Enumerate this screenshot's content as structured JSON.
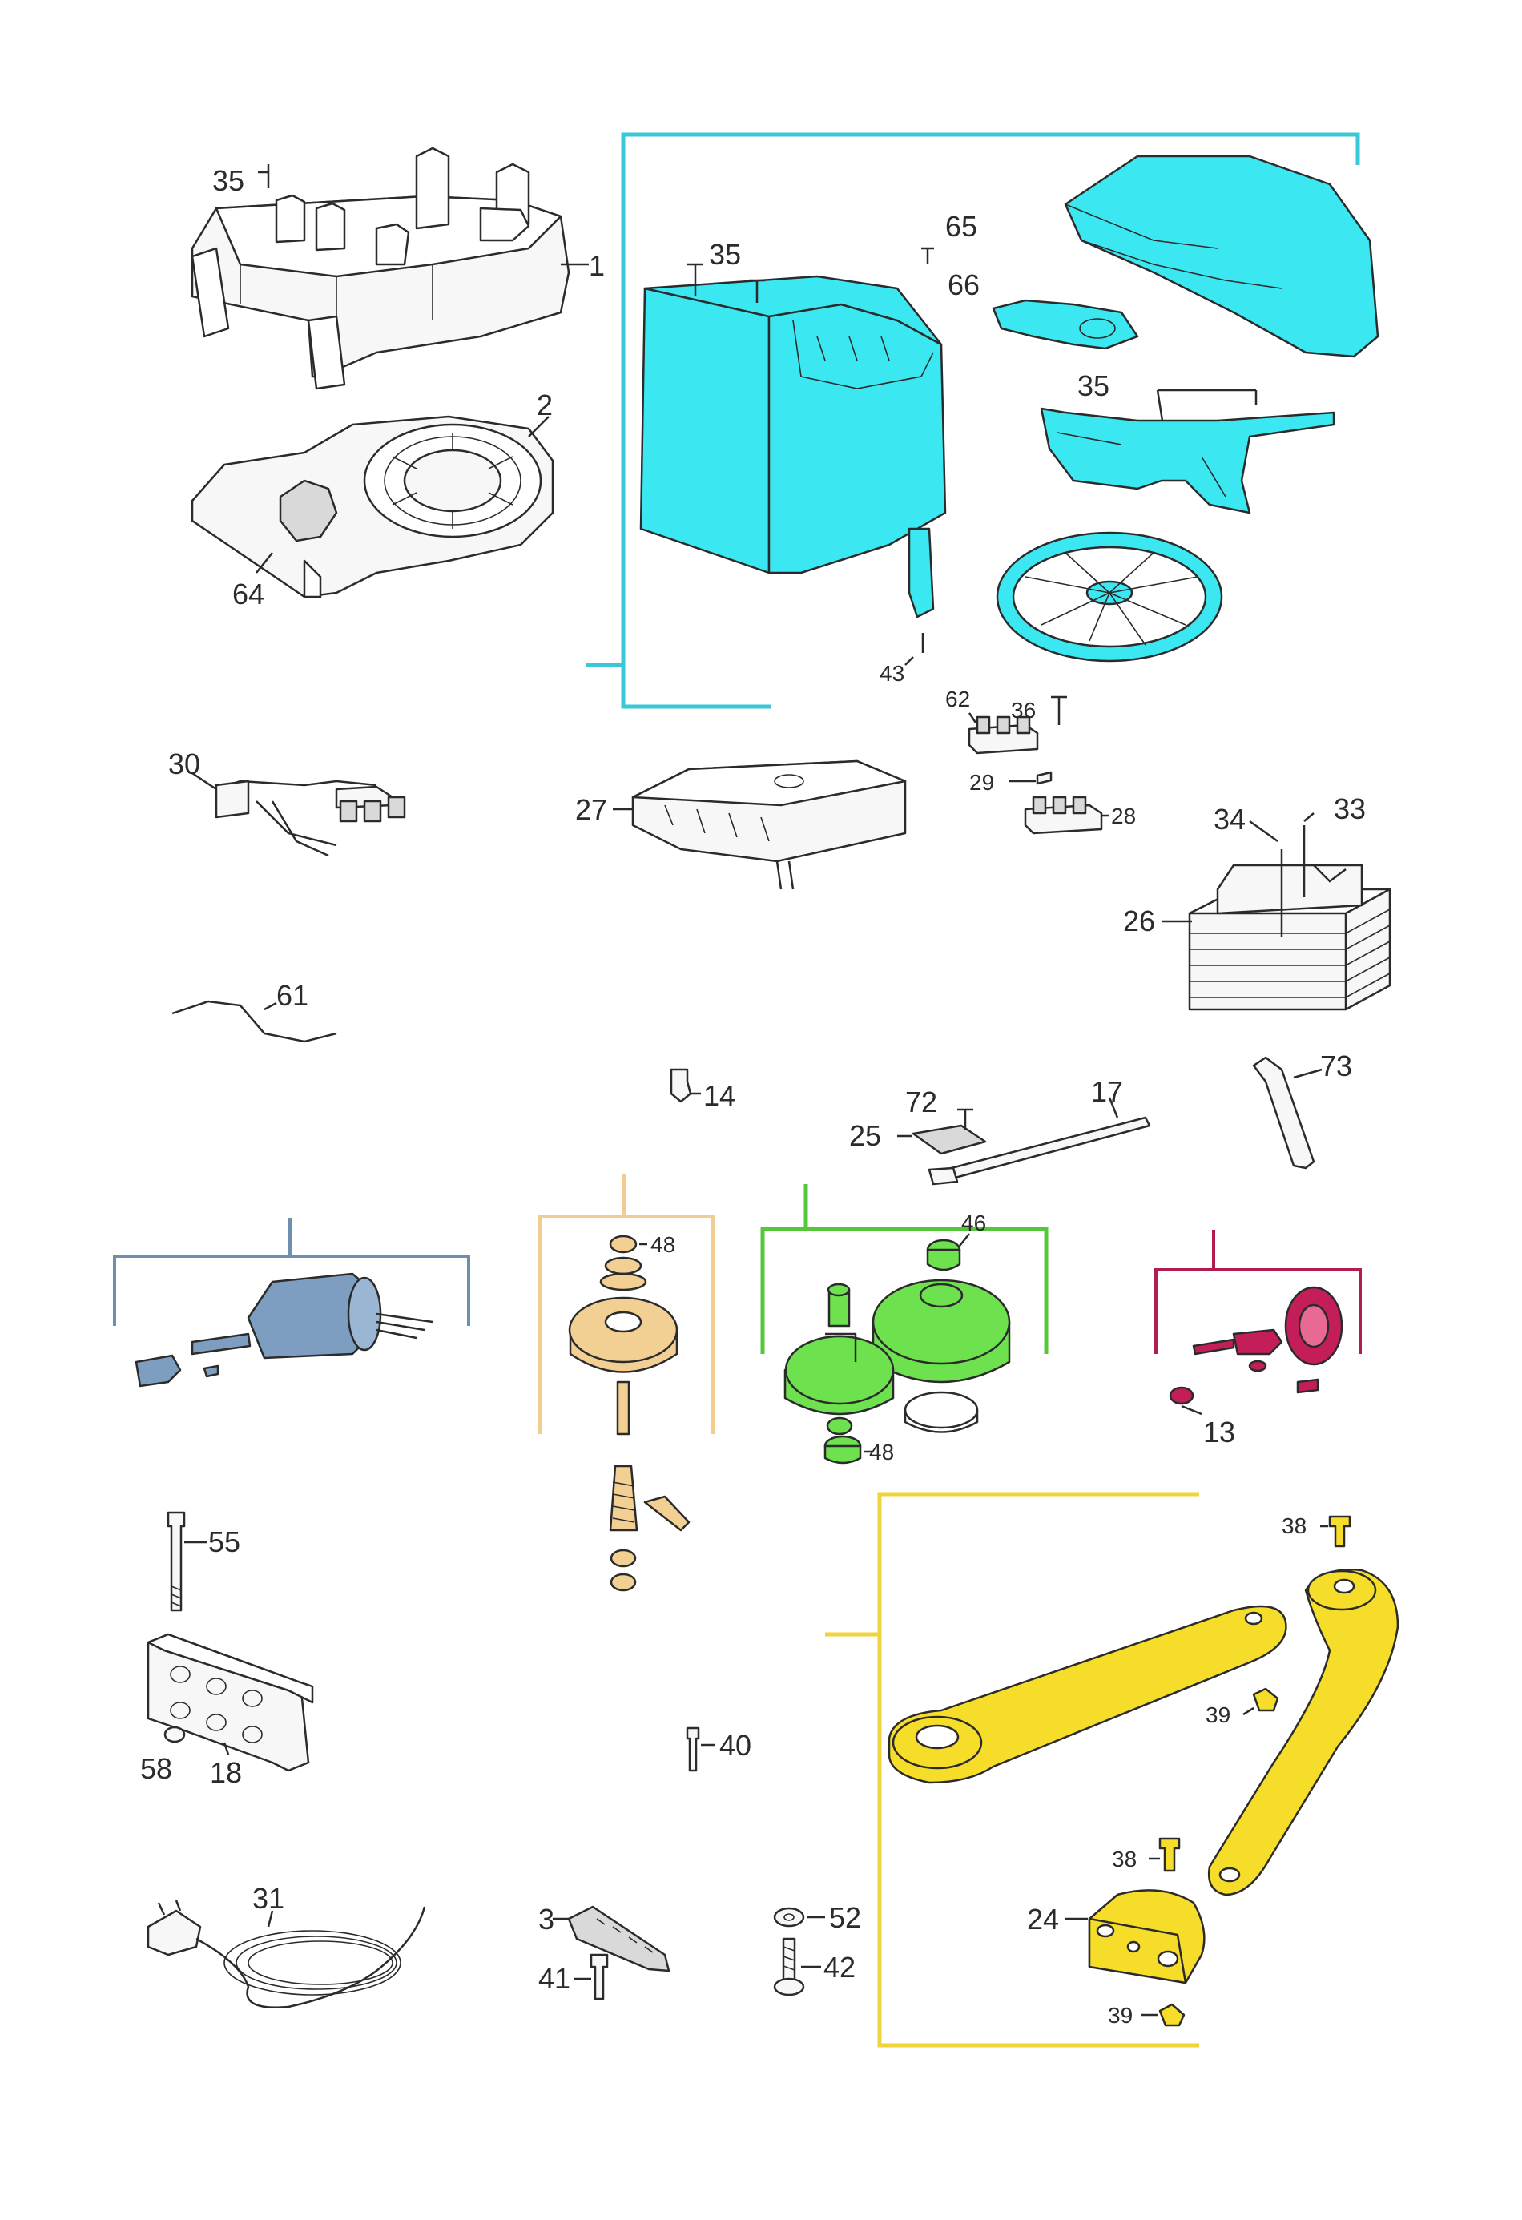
{
  "colors": {
    "cyan_group": "#3be8f2",
    "cyan_bracket": "#39c8d8",
    "yellow_group": "#f5dd2a",
    "yellow_bracket": "#efd43a",
    "green_group": "#6ee14f",
    "green_bracket": "#55c83a",
    "crimson_group": "#c41e5a",
    "crimson_bracket": "#b01d4e",
    "slate_group": "#7d9ec0",
    "slate_bracket": "#6f8faf",
    "tan_group": "#f2cf93",
    "tan_bracket": "#f0cd90",
    "line": "#2b2b2b"
  },
  "parts": {
    "p35a": "35",
    "p1": "1",
    "p2": "2",
    "p64": "64",
    "p35b": "35",
    "p65": "65",
    "p66": "66",
    "p35c": "35",
    "p43": "43",
    "p30": "30",
    "p27": "27",
    "p62": "62",
    "p36": "36",
    "p29": "29",
    "p28": "28",
    "p34": "34",
    "p33": "33",
    "p26": "26",
    "p61": "61",
    "p14": "14",
    "p72": "72",
    "p17": "17",
    "p25": "25",
    "p73": "73",
    "p48a": "48",
    "p46": "46",
    "p48b": "48",
    "p13": "13",
    "p55": "55",
    "p58": "58",
    "p18": "18",
    "p40": "40",
    "p38a": "38",
    "p39a": "39",
    "p38b": "38",
    "p24": "24",
    "p39b": "39",
    "p31": "31",
    "p3": "3",
    "p41": "41",
    "p52": "52",
    "p42": "42"
  }
}
